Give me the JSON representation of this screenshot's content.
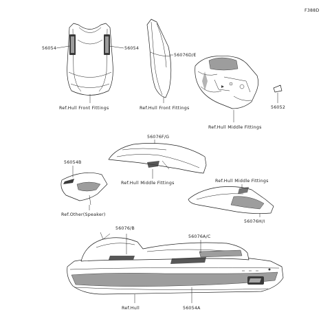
{
  "figure_code": "F388D",
  "callouts": {
    "c56054_left": "56054",
    "c56054_right": "56054",
    "c56076D": "56076D/E",
    "c56052": "56052",
    "c56076F": "56076F/G",
    "c56054B": "56054B",
    "c56076H": "56076H/I",
    "c56076B": "56076/B",
    "c56076A": "56076A/C",
    "c56054A": "56054A"
  },
  "references": {
    "front_fittings_1": "Ref.Hull Front Fittings",
    "front_fittings_2": "Ref.Hull Front Fittings",
    "middle_fittings_1": "Ref.Hull Middle Fittings",
    "middle_fittings_2": "Ref.Hull Middle Fittings",
    "middle_fittings_3": "Ref.Hull Middle Fittings",
    "other_speaker": "Ref.Other(Speaker)",
    "hull": "Ref.Hull"
  },
  "icons": [
    "kawasaki-logo-icon",
    "jet-ski-logo-icon"
  ]
}
